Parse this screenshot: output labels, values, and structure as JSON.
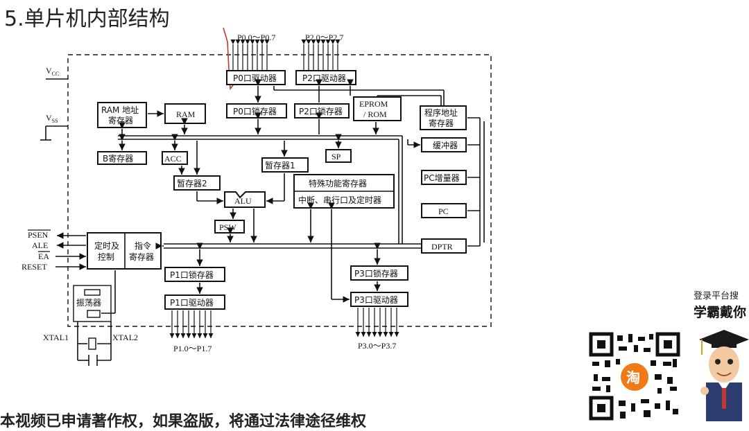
{
  "page_title": "5.单片机内部结构",
  "diagram": {
    "pins": {
      "vcc": "V",
      "vcc_sub": "CC",
      "vss": "V",
      "vss_sub": "SS",
      "psen": "PSEN",
      "ale": "ALE",
      "ea": "EA",
      "reset": "RESET",
      "xtal1": "XTAL1",
      "xtal2": "XTAL2",
      "p0_bus": "P0.0～P0.7",
      "p2_bus": "P2.0～P2.7",
      "p1_bus": "P1.0～P1.7",
      "p3_bus": "P3.0～P3.7"
    },
    "blocks": {
      "p0_driver": "P0口驱动器",
      "p2_driver": "P2口驱动器",
      "p0_latch": "P0口锁存器",
      "p2_latch": "P2口锁存器",
      "eprom_1": "EPROM",
      "eprom_2": "/ ROM",
      "ram_addr_1": "RAM 地址",
      "ram_addr_2": "寄存器",
      "ram": "RAM",
      "prog_addr_1": "程序地址",
      "prog_addr_2": "寄存器",
      "buffer": "缓冲器",
      "pc_inc": "PC增量器",
      "pc": "PC",
      "dptr": "DPTR",
      "b_reg": "B寄存器",
      "acc": "ACC",
      "sp": "SP",
      "tmp1": "暂存器1",
      "tmp2": "暂存器2",
      "sfr": "特殊功能寄存器",
      "sfr_sub": "中断、串行口及定时器",
      "alu": "ALU",
      "psw": "PSW",
      "timing_1": "定时及",
      "timing_2": "控制",
      "instr_1": "指令",
      "instr_2": "寄存器",
      "p1_latch": "P1口锁存器",
      "p1_driver": "P1口驱动器",
      "p3_latch": "P3口锁存器",
      "p3_driver": "P3口驱动器",
      "oscillator": "振荡器"
    }
  },
  "watermark": {
    "line1": "登录平台搜",
    "line2": "学霸戴你",
    "qr_badge": "淘"
  },
  "bottom_note": "本视频已申请著作权，如果盗版，将通过法律途径维权"
}
